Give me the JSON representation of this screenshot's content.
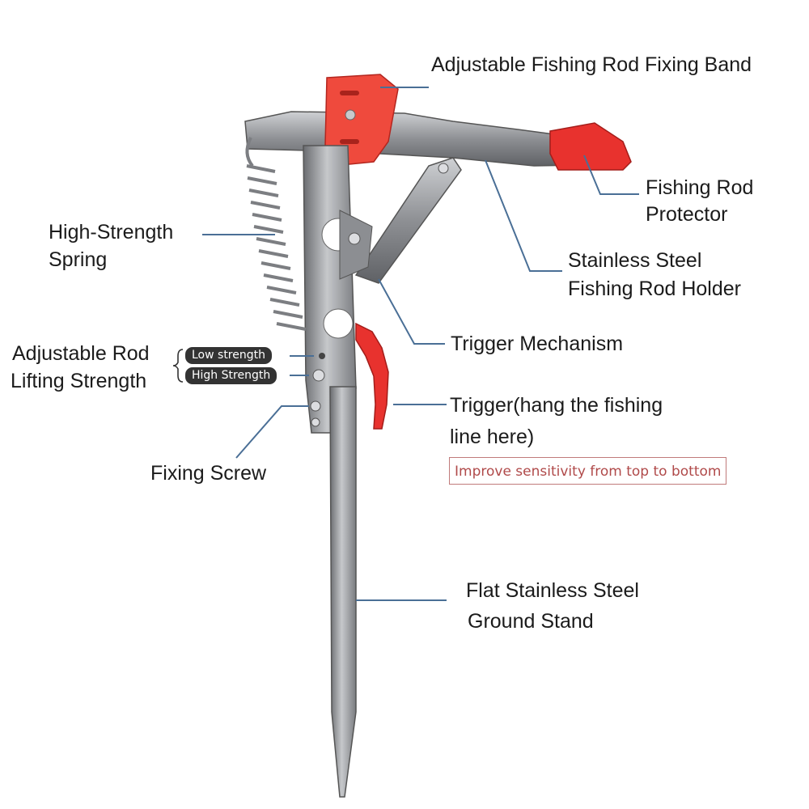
{
  "labels": {
    "fixing_band": "Adjustable Fishing Rod Fixing Band",
    "rod_protector": [
      "Fishing Rod",
      "Protector"
    ],
    "rod_holder": [
      "Stainless Steel",
      "Fishing Rod Holder"
    ],
    "spring": [
      "High-Strength",
      "Spring"
    ],
    "trigger_mechanism": "Trigger Mechanism",
    "lifting_strength": [
      "Adjustable Rod",
      "Lifting Strength"
    ],
    "low_strength": "Low strength",
    "high_strength": "High Strength",
    "trigger": [
      "Trigger(hang the fishing",
      "line here)"
    ],
    "sensitivity_note": "Improve sensitivity from top to bottom",
    "fixing_screw": "Fixing Screw",
    "ground_stand": [
      "Flat Stainless Steel",
      "Ground Stand"
    ]
  },
  "colors": {
    "leader_line": "#4a6f96",
    "steel": "#9a9ca0",
    "steel_dark": "#6d6f73",
    "red": "#e8322e",
    "text": "#1b1b1b",
    "pill": "#333333",
    "note_text": "#b04a4a"
  }
}
